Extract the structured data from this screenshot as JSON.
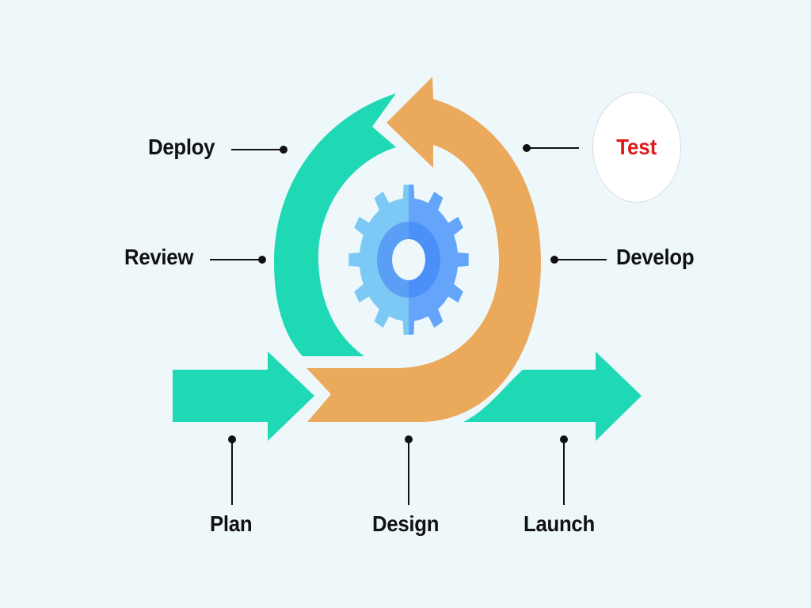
{
  "title": "Agile development cycle",
  "colors": {
    "background": "#eef8fb",
    "teal": "#1fd8b4",
    "orange": "#eba95c",
    "gear_light": "#7cc9f5",
    "gear_dark": "#64a4fa",
    "gear_ring_light": "#5b9ef5",
    "gear_ring_dark": "#4b90f8",
    "highlight_text": "#e01a1a"
  },
  "center_icon": "gear-icon",
  "stages": {
    "deploy": "Deploy",
    "review": "Review",
    "test": "Test",
    "develop": "Develop",
    "plan": "Plan",
    "design": "Design",
    "launch": "Launch"
  },
  "highlighted_stage": "Test"
}
